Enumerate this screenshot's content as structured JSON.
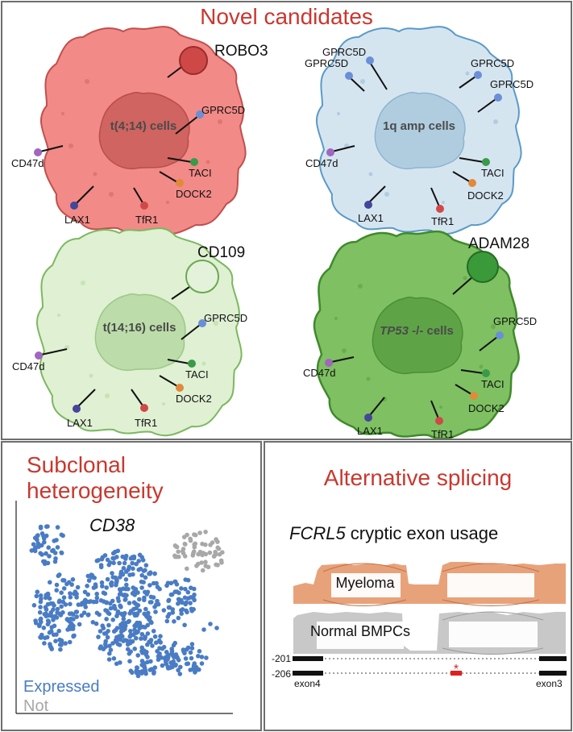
{
  "top_panel": {
    "title": "Novel candidates",
    "cells": [
      {
        "name": "t(4;14) cells",
        "novel": "ROBO3",
        "fill": "#f28a87",
        "stroke": "#c0504d",
        "nucleus": "#cf6460",
        "novel_color": "#cf4848",
        "markers": [
          "GPRC5D",
          "CD47d",
          "TACI",
          "DOCK2",
          "LAX1",
          "TfR1"
        ]
      },
      {
        "name": "1q amp cells",
        "novel": "",
        "fill": "#d5e5f0",
        "stroke": "#5a9ac8",
        "nucleus": "#b0cde0",
        "markers": [
          "GPRC5D",
          "GPRC5D",
          "GPRC5D",
          "GPRC5D",
          "CD47d",
          "TACI",
          "DOCK2",
          "LAX1",
          "TfR1"
        ]
      },
      {
        "name": "t(14;16) cells",
        "novel": "CD109",
        "fill": "#dff0d3",
        "stroke": "#7cb860",
        "nucleus": "#bcdcaa",
        "novel_color": "#e4f2dc",
        "markers": [
          "GPRC5D",
          "CD47d",
          "TACI",
          "DOCK2",
          "LAX1",
          "TfR1"
        ]
      },
      {
        "name_italic": "TP53",
        "name_rest": " -/- cells",
        "novel": "ADAM28",
        "fill": "#7ec062",
        "stroke": "#3f8a2c",
        "nucleus": "#5ea447",
        "novel_color": "#3a9a3a",
        "markers": [
          "GPRC5D",
          "CD47d",
          "TACI",
          "DOCK2",
          "LAX1",
          "TfR1"
        ]
      }
    ],
    "marker_colors": {
      "GPRC5D": "#6a8fd6",
      "CD47d": "#a066c0",
      "TACI": "#3a9a48",
      "DOCK2": "#e08a3a",
      "LAX1": "#44469a",
      "TfR1": "#d04848"
    }
  },
  "bottom_left": {
    "title_line1": "Subclonal",
    "title_line2": "heterogeneity",
    "gene": "CD38",
    "legend_expressed": "Expressed",
    "legend_not": "Not",
    "expressed_color": "#4a7cc4",
    "not_color": "#a8a8a8"
  },
  "bottom_right": {
    "title": "Alternative splicing",
    "subtitle_italic": "FCRL5",
    "subtitle_rest": " cryptic exon usage",
    "track1": "Myeloma",
    "track2": "Normal BMPCs",
    "isoform1": "-201",
    "isoform2": "-206",
    "exon_left": "exon4",
    "exon_right": "exon3",
    "marker": "*",
    "myeloma_color": "#e8a27a",
    "normal_color": "#c8c8c8"
  }
}
